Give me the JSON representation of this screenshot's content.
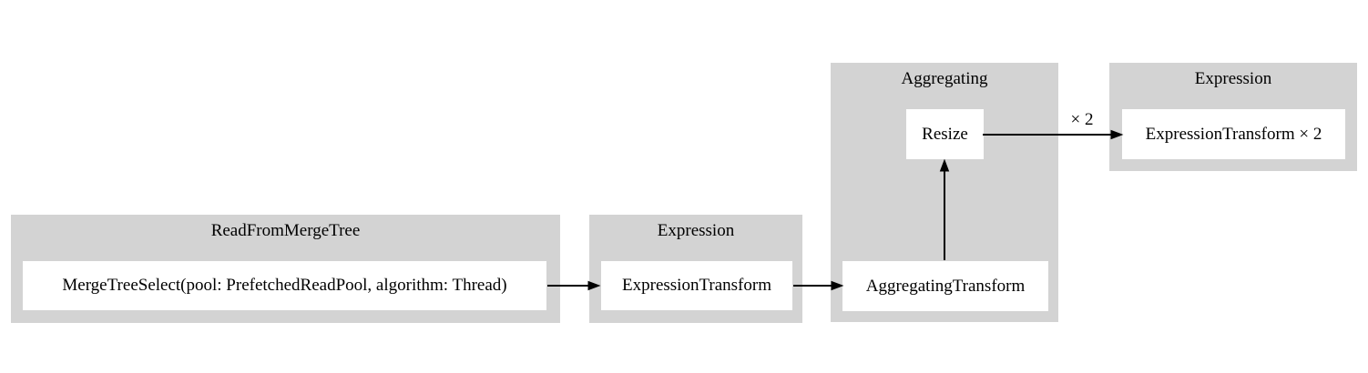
{
  "diagram": {
    "background": "#ffffff",
    "cluster_fill": "#d3d3d3",
    "node_fill": "#ffffff",
    "edge_color": "#000000",
    "text_color": "#000000",
    "clusters": [
      {
        "label": "ReadFromMergeTree",
        "nodes": [
          {
            "label": "MergeTreeSelect(pool: PrefetchedReadPool, algorithm: Thread)"
          }
        ]
      },
      {
        "label": "Expression",
        "nodes": [
          {
            "label": "ExpressionTransform"
          }
        ]
      },
      {
        "label": "Aggregating",
        "nodes": [
          {
            "label": "Resize"
          },
          {
            "label": "AggregatingTransform"
          }
        ]
      },
      {
        "label": "Expression",
        "nodes": [
          {
            "label": "ExpressionTransform × 2"
          }
        ]
      }
    ],
    "edges": [
      {
        "from": "MergeTreeSelect(pool: PrefetchedReadPool, algorithm: Thread)",
        "to": "ExpressionTransform",
        "label": ""
      },
      {
        "from": "ExpressionTransform",
        "to": "AggregatingTransform",
        "label": ""
      },
      {
        "from": "AggregatingTransform",
        "to": "Resize",
        "label": ""
      },
      {
        "from": "Resize",
        "to": "ExpressionTransform × 2",
        "label": "× 2"
      }
    ]
  }
}
